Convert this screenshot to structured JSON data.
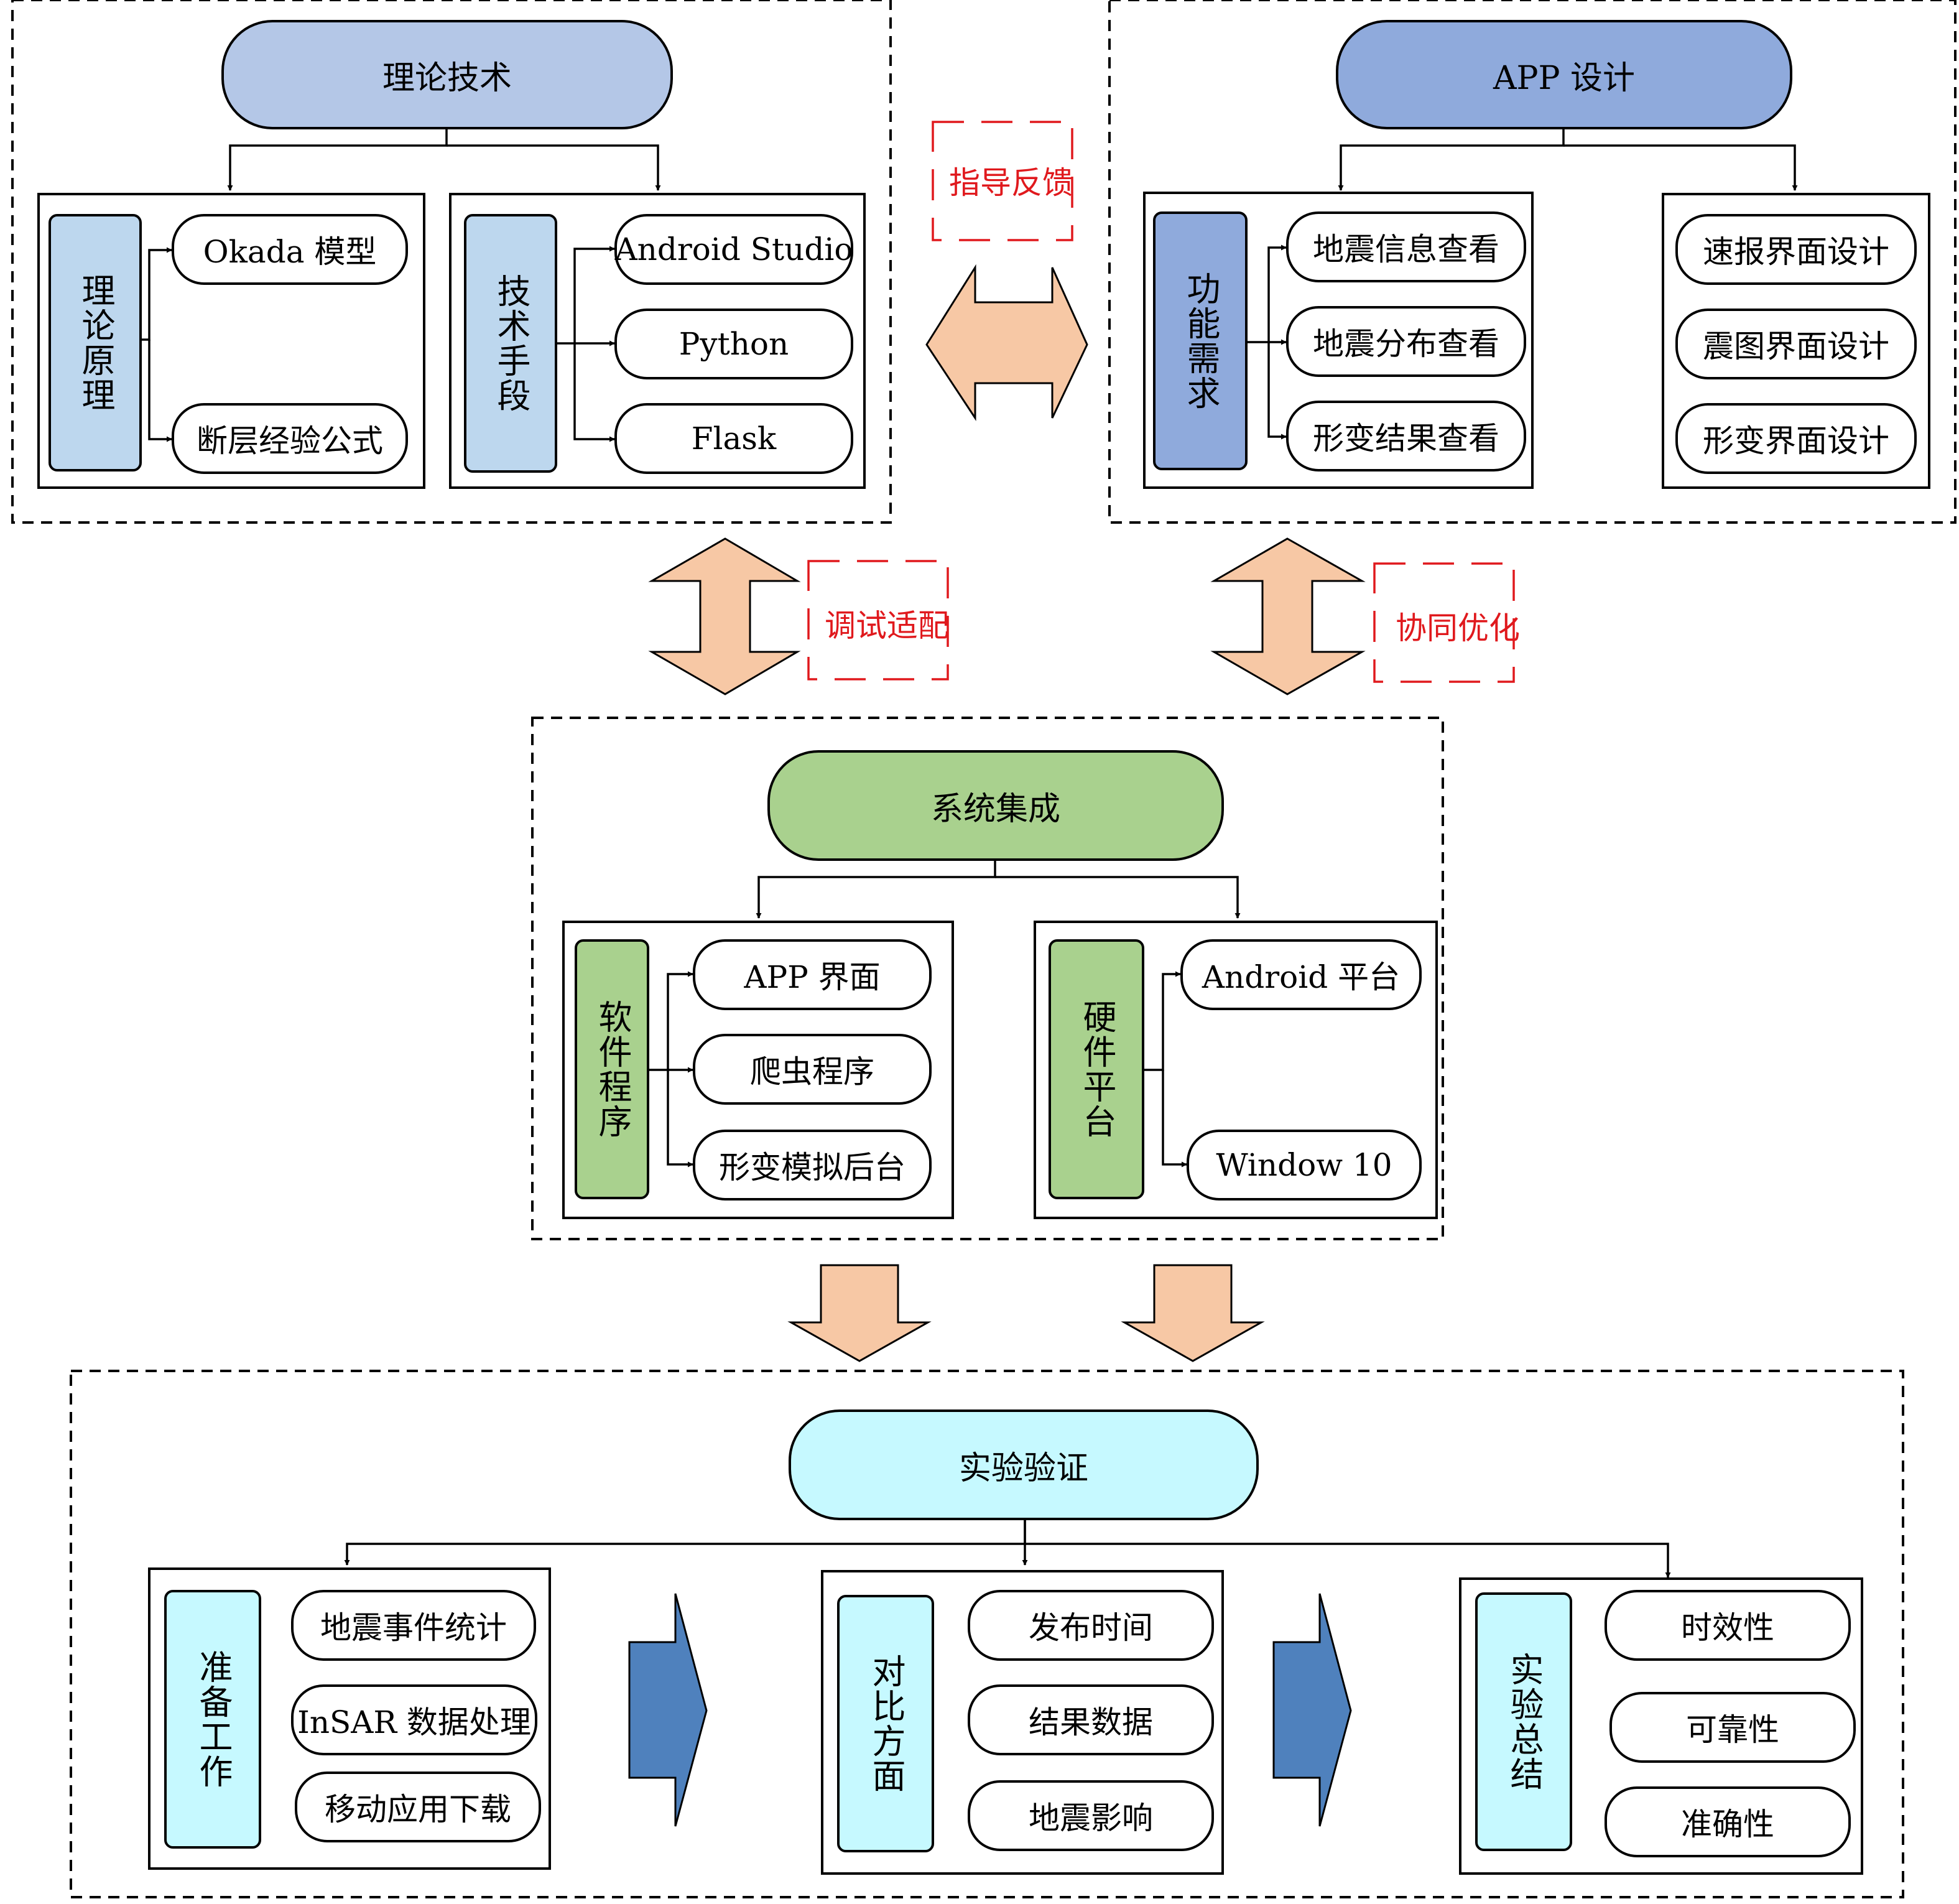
{
  "theory": {
    "title": "理论技术",
    "principle_label": "理论原理",
    "principles": [
      "Okada 模型",
      "断层经验公式"
    ],
    "method_label": "技术手段",
    "methods": [
      "Android Studio",
      "Python",
      "Flask"
    ]
  },
  "app": {
    "title": "APP 设计",
    "function_label": "功能需求",
    "functions": [
      "地震信息查看",
      "地震分布查看",
      "形变结果查看"
    ],
    "designs": [
      "速报界面设计",
      "震图界面设计",
      "形变界面设计"
    ]
  },
  "integration": {
    "title": "系统集成",
    "software_label": "软件程序",
    "software": [
      "APP 界面",
      "爬虫程序",
      "形变模拟后台"
    ],
    "hardware_label": "硬件平台",
    "hardware": [
      "Android 平台",
      "Window 10"
    ]
  },
  "experiment": {
    "title": "实验验证",
    "prep_label": "准备工作",
    "prep": [
      "地震事件统计",
      "InSAR 数据处理",
      "移动应用下载"
    ],
    "compare_label": "对比方面",
    "compare": [
      "发布时间",
      "结果数据",
      "地震影响"
    ],
    "summary_label": "实验总结",
    "summary": [
      "时效性",
      "可靠性",
      "准确性"
    ]
  },
  "notes": {
    "guide": "指导反馈",
    "debug": "调试适配",
    "optimize": "协同优化"
  },
  "colors": {
    "theory_header": "#b4c7e7",
    "theory_side": "#bdd7ee",
    "app_header": "#8faadc",
    "app_side": "#8faadc",
    "integration": "#a9d18e",
    "experiment": "#c6f9ff",
    "orange_arrow": "#f7c8a5",
    "blue_arrow": "#4f81bd",
    "note_red": "#e0191d"
  }
}
